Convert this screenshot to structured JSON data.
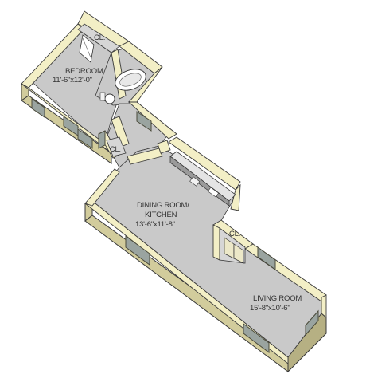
{
  "colors": {
    "floor": "#c9c9c9",
    "wall_top": "#f3efc6",
    "wall_face": "#d2cc9c",
    "wall_dark": "#b6b083",
    "outline": "#3a3a3a",
    "window_frame": "#4a4a3a",
    "window_glass": "#9aa4a0"
  },
  "rooms": {
    "bedroom": {
      "name": "BEDROOM",
      "dims": "11'-6\"x12'-0\""
    },
    "dining_kitchen": {
      "name_line1": "DINING ROOM/",
      "name_line2": "KITCHEN",
      "dims": "13'-6\"x11'-8\""
    },
    "living": {
      "name": "LIVING ROOM",
      "dims": "15'-8\"x10'-6\""
    },
    "closet_bedroom": {
      "name": "CL."
    },
    "closet_living": {
      "name": "CL."
    },
    "closet_hall": {
      "name": "CL."
    }
  }
}
